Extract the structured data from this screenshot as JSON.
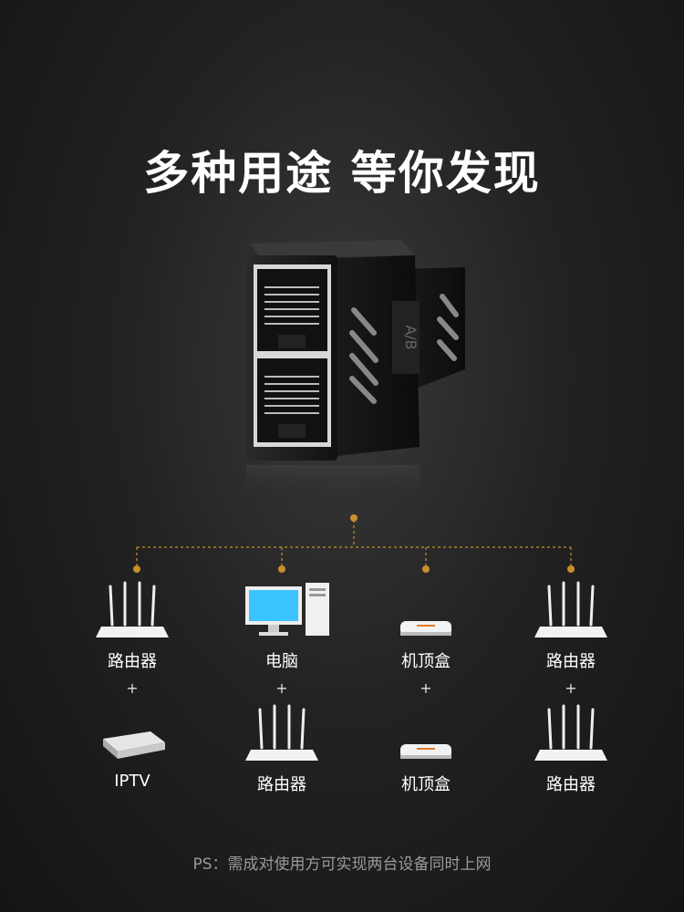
{
  "headline": "多种用途 等你发现",
  "product": {
    "side_marking": "A/B"
  },
  "scenarios": [
    {
      "top": {
        "label": "路由器",
        "icon": "router-icon"
      },
      "plus": "+",
      "bottom": {
        "label": "IPTV",
        "icon": "iptv-box-icon"
      }
    },
    {
      "top": {
        "label": "电脑",
        "icon": "computer-icon"
      },
      "plus": "+",
      "bottom": {
        "label": "路由器",
        "icon": "router-icon"
      }
    },
    {
      "top": {
        "label": "机顶盒",
        "icon": "set-top-box-icon"
      },
      "plus": "+",
      "bottom": {
        "label": "机顶盒",
        "icon": "set-top-box-icon"
      }
    },
    {
      "top": {
        "label": "路由器",
        "icon": "router-icon"
      },
      "plus": "+",
      "bottom": {
        "label": "路由器",
        "icon": "router-icon"
      }
    }
  ],
  "footnote": "PS：需成对使用方可实现两台设备同时上网",
  "colors": {
    "connector_line": "#c8902a",
    "background": "#1e1e1e"
  }
}
